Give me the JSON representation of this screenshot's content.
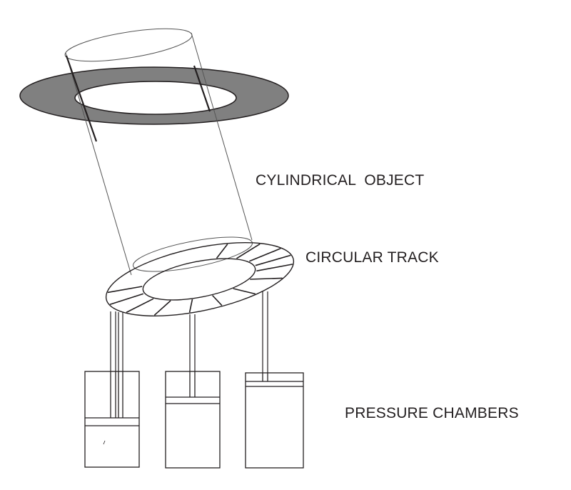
{
  "labels": {
    "cylindrical_object": "CYLINDRICAL  OBJECT",
    "circular_track": "CIRCULAR TRACK",
    "pressure_chambers": "PRESSURE CHAMBERS"
  },
  "colors": {
    "ring_fill": "#808080",
    "line": "#231f20",
    "background": "#ffffff"
  }
}
